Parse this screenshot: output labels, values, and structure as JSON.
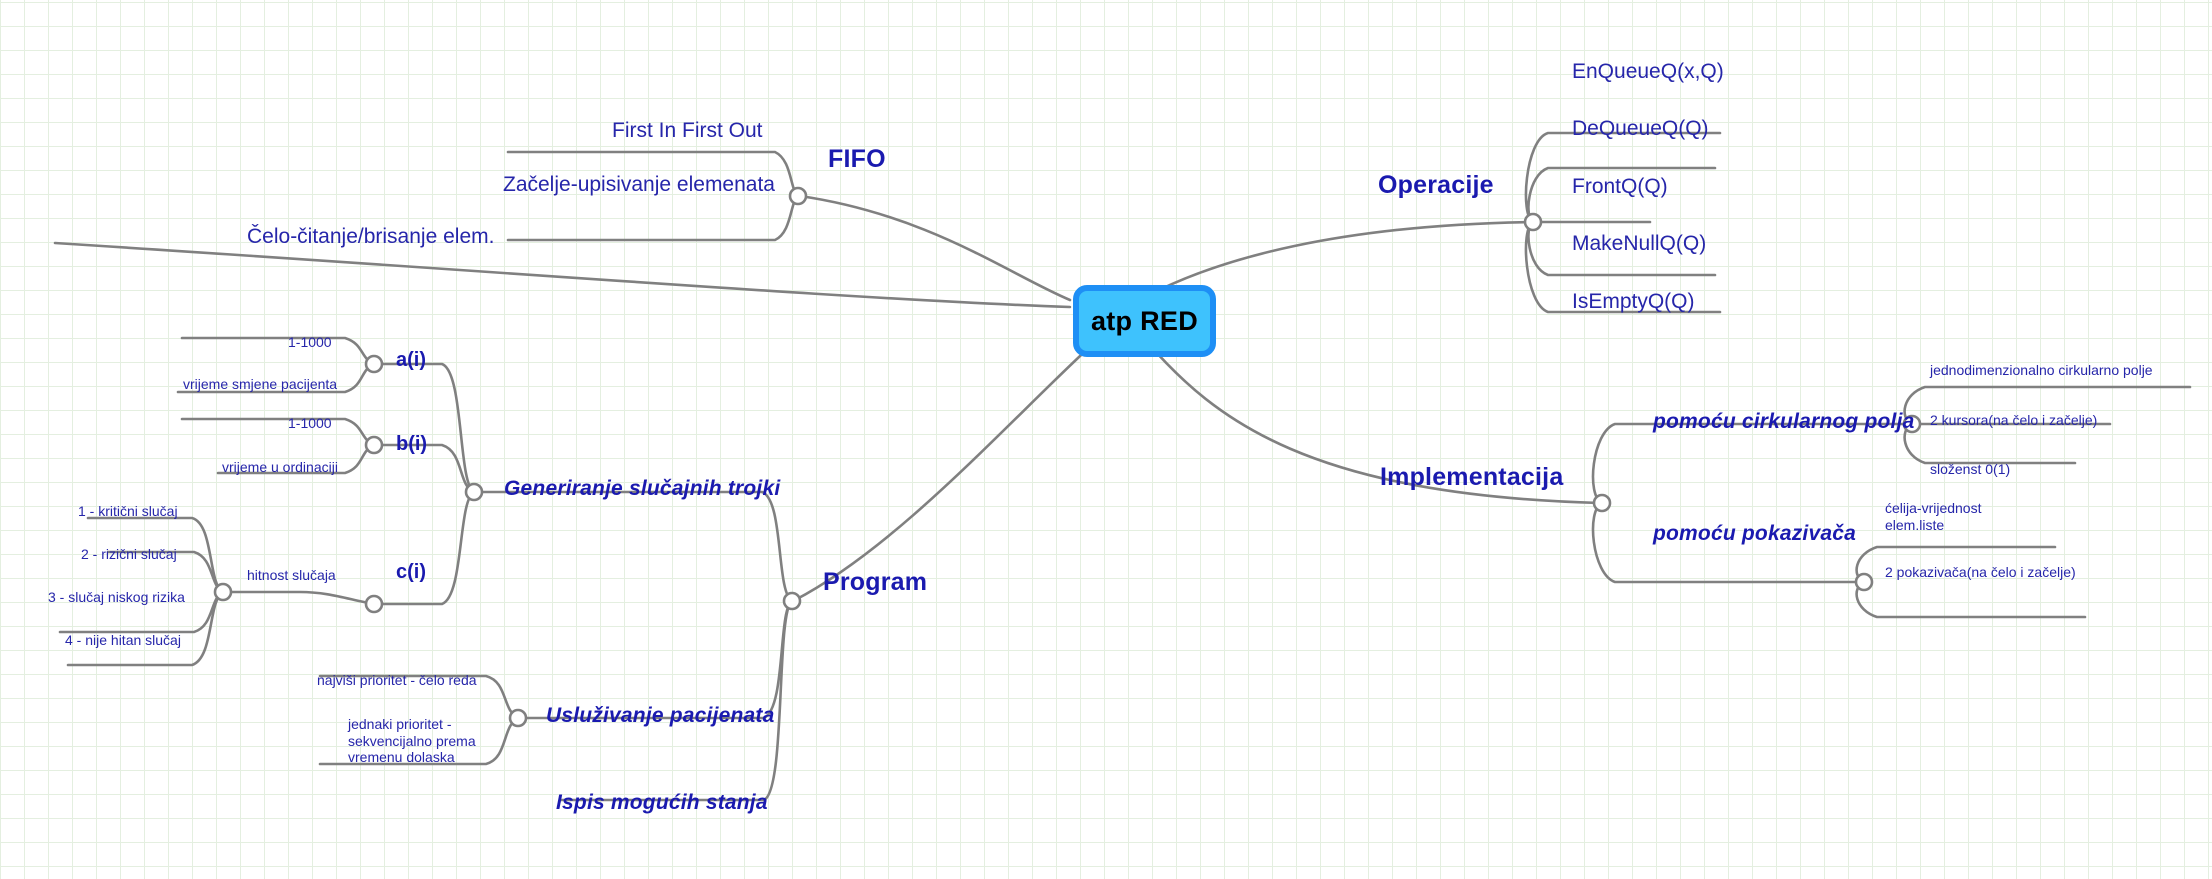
{
  "diagram": {
    "type": "mind-map",
    "root": {
      "label": "atp RED",
      "fill": "#3ec2fd",
      "border": "#1e8ff5",
      "text": "#000000"
    },
    "colors": {
      "branch_line": "#808080",
      "heading_text": "#1a1aaf",
      "leaf_text": "#2626aa",
      "grid": "#e4efe0",
      "background": "#ffffff"
    }
  },
  "branches": {
    "fifo": {
      "label": "FIFO",
      "children": [
        {
          "label": "First In First Out"
        },
        {
          "label": "Začelje-upisivanje elemenata"
        },
        {
          "label": "Čelo-čitanje/brisanje elem."
        }
      ]
    },
    "operacije": {
      "label": "Operacije",
      "children": [
        {
          "label": "EnQueueQ(x,Q)"
        },
        {
          "label": "DeQueueQ(Q)"
        },
        {
          "label": "FrontQ(Q)"
        },
        {
          "label": "MakeNullQ(Q)"
        },
        {
          "label": "IsEmptyQ(Q)"
        }
      ]
    },
    "implementacija": {
      "label": "Implementacija",
      "children": [
        {
          "label": "pomoću cirkularnog polja",
          "children": [
            {
              "label": "jednodimenzionalno cirkularno polje"
            },
            {
              "label": "2 kursora(na čelo i začelje)"
            },
            {
              "label": "složenst 0(1)"
            }
          ]
        },
        {
          "label": "pomoću pokazivača",
          "children": [
            {
              "label": "ćelija-vrijednost\nelem.liste"
            },
            {
              "label": "2 pokazivača(na čelo i začelje)"
            }
          ]
        }
      ]
    },
    "program": {
      "label": "Program",
      "children": [
        {
          "label": "Generiranje slučajnih trojki",
          "children": [
            {
              "label": "a(i)",
              "children": [
                {
                  "label": "1-1000"
                },
                {
                  "label": "vrijeme smjene pacijenta"
                }
              ]
            },
            {
              "label": "b(i)",
              "children": [
                {
                  "label": "1-1000"
                },
                {
                  "label": "vrijeme u ordinaciji"
                }
              ]
            },
            {
              "label": "c(i)",
              "children": [
                {
                  "label": "hitnost slučaja",
                  "children": [
                    {
                      "label": "1 - kritični slučaj"
                    },
                    {
                      "label": "2 - rizični slučaj"
                    },
                    {
                      "label": "3 - slučaj niskog rizika"
                    },
                    {
                      "label": "4 - nije hitan slučaj"
                    }
                  ]
                }
              ]
            }
          ]
        },
        {
          "label": "Usluživanje pacijenata",
          "children": [
            {
              "label": "najviši prioritet - čelo reda"
            },
            {
              "label": "jednaki prioritet -\nsekvencijalno prema\nvremenu dolaska"
            }
          ]
        },
        {
          "label": "Ispis mogućih stanja"
        }
      ]
    }
  }
}
